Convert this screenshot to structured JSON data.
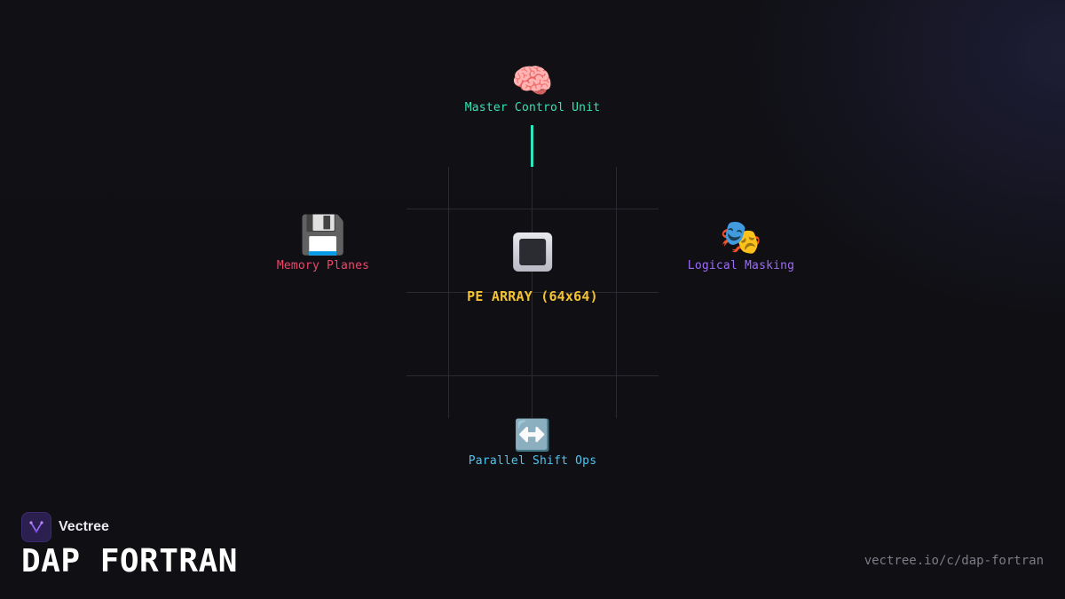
{
  "diagram": {
    "nodes": {
      "master_control": {
        "icon": "brain-icon",
        "glyph": "🧠",
        "label": "Master Control Unit",
        "color": "#35e3b6"
      },
      "memory_planes": {
        "icon": "floppy-disk-icon",
        "glyph": "💾",
        "label": "Memory Planes",
        "color": "#f0466a"
      },
      "pe_array": {
        "icon": "chip-icon",
        "label": "PE ARRAY (64x64)",
        "color": "#f5c233"
      },
      "logical_masking": {
        "icon": "masks-icon",
        "glyph": "🎭",
        "label": "Logical Masking",
        "color": "#9d6cf6"
      },
      "parallel_shift": {
        "icon": "left-right-arrow-icon",
        "glyph": "↔️",
        "label": "Parallel Shift Ops",
        "color": "#4cc6f2"
      }
    },
    "connector_color": "#2ee6c0"
  },
  "footer": {
    "brand": "Vectree",
    "title": "DAP FORTRAN",
    "url": "vectree.io/c/dap-fortran"
  }
}
